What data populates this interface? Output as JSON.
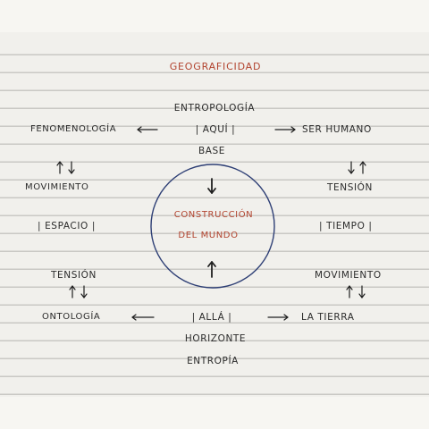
{
  "title": "GEOGRAFICIDAD",
  "top": {
    "entropologia": "ENTROPOLOGÍA",
    "aqui": "| AQUÍ |",
    "base": "BASE"
  },
  "left_top": "FENOMENOLOGÍA",
  "right_top": "SER HUMANO",
  "movimiento_left": "MOVIMIENTO",
  "tension_right": "TENSIÓN",
  "espacio": "| ESPACIO |",
  "tiempo": "| TIEMPO |",
  "circle": {
    "line1": "CONSTRUCCIÓN",
    "line2": "DEL MUNDO"
  },
  "tension_left": "TENSIÓN",
  "movimiento_right": "MOVIMIENTO",
  "ontologia": "ONTOLOGÍA",
  "alla": "| ALLÁ |",
  "la_tierra": "LA TIERRA",
  "bottom": {
    "horizonte": "HORIZONTE",
    "entropia": "ENTROPÍA"
  },
  "colors": {
    "ink": "#2b2b2b",
    "red_ink": "#b2442f",
    "circle": "#2e3f75",
    "paper": "#f1f0ec",
    "rule": "#c9c8c4"
  }
}
